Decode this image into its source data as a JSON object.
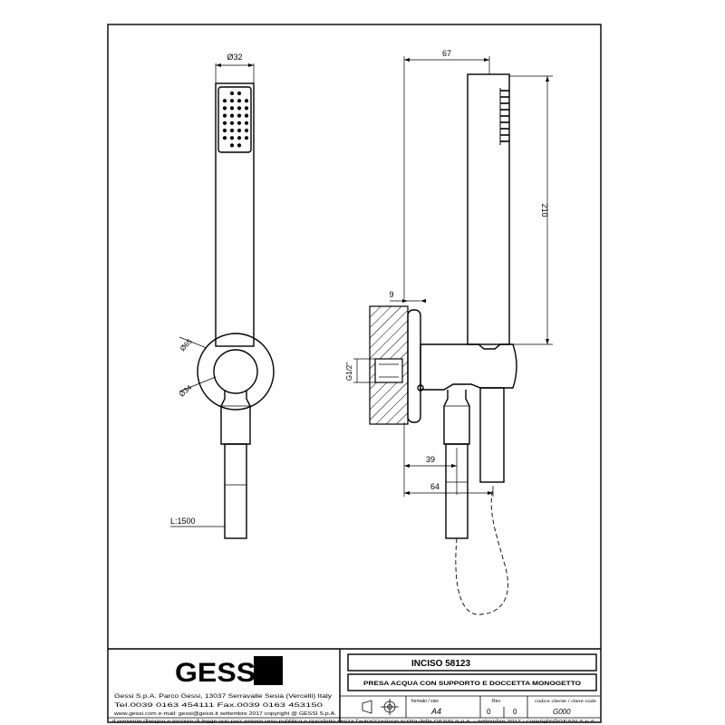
{
  "drawing": {
    "front_view": {
      "dim_diameter_top": "Ø32",
      "dim_diameter_outer": "Ø65",
      "dim_diameter_inner": "Ø34",
      "dim_length": "L:1500"
    },
    "side_view": {
      "dim_width": "67",
      "dim_height": "210",
      "dim_thickness": "9",
      "dim_thread": "G1/2\"",
      "dim_depth_short": "39",
      "dim_depth_long": "64"
    }
  },
  "title_block": {
    "brand": "GESSI",
    "product_code": "INCISO  58123",
    "description": "PRESA ACQUA CON SUPPORTO E DOCCETTA MONOGETTO",
    "company_line": "Gessi S.p.A. Parco Gessi, 13037 Serravalle Sesia (Vercelli) Italy",
    "phone_line": "Tel.0039  0163  454111  Fax.0039  0163  453150",
    "web_line": "www.gessi.com  e-mail: gessi@gessi.it  settembre 2017  copyright @ GESSI  S.p.A.",
    "format_label": "formato / size",
    "format_value": "A4",
    "rev_label": "Rev.",
    "rev_values": [
      "0",
      "0"
    ],
    "client_code_label": "codice cliente / client code",
    "client_code_value": "G000",
    "footer_note": "Il presente disegno e termine di legge non puo' essere reso pubblico e riprodotto senza l'autorizzazione scritta della GESSI S.p.A. - settembre 2017 - copyright@GESSI S.p.A."
  }
}
